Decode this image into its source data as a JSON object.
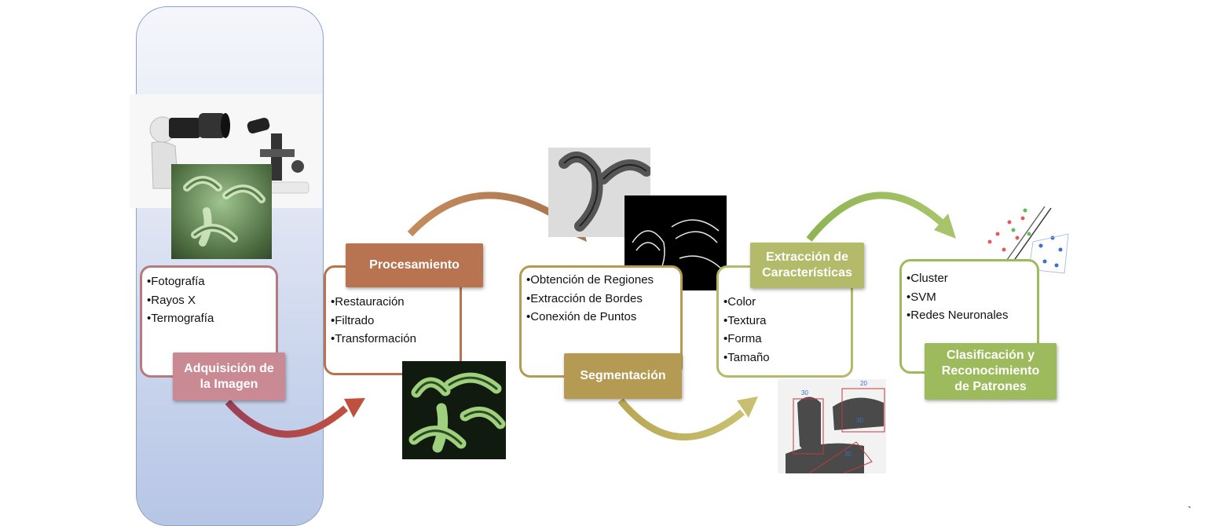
{
  "stages": [
    {
      "id": "adquisicion",
      "title": "Adquisición de la Imagen",
      "title_lines": [
        "Adquisición de",
        "la Imagen"
      ],
      "items": [
        "Fotografía",
        "Rayos X",
        "Termografía"
      ],
      "color": "#c98a94",
      "border": "#b67982"
    },
    {
      "id": "procesamiento",
      "title": "Procesamiento",
      "title_lines": [
        "Procesamiento"
      ],
      "items": [
        "Restauración",
        "Filtrado",
        "Transformación"
      ],
      "color": "#b87451",
      "border": "#b87451"
    },
    {
      "id": "segmentacion",
      "title": "Segmentación",
      "title_lines": [
        "Segmentación"
      ],
      "items": [
        "Obtención de Regiones",
        "Extracción de Bordes",
        "Conexión de Puntos"
      ],
      "color": "#b49a52",
      "border": "#b49a52"
    },
    {
      "id": "extraccion",
      "title": "Extracción de Características",
      "title_lines": [
        "Extracción de",
        "Características"
      ],
      "items": [
        "Color",
        "Textura",
        "Forma",
        "Tamaño"
      ],
      "color": "#b3bb6a",
      "border": "#b3bb6a"
    },
    {
      "id": "clasificacion",
      "title": "Clasificación y Reconocimiento de Patrones",
      "title_lines": [
        "Clasificación y",
        "Reconocimiento",
        "de Patrones"
      ],
      "items": [
        "Cluster",
        "SVM",
        "Redes Neuronales"
      ],
      "color": "#9dbb5d",
      "border": "#9dbb5d"
    }
  ],
  "region_labels": [
    "30",
    "20",
    "30",
    "30"
  ],
  "corner_mark": "`",
  "colors": {
    "arrow1": "#b85a5a",
    "arrow2": "#c1865c",
    "arrow3": "#c0b45c",
    "arrow4": "#9dbf5a"
  }
}
